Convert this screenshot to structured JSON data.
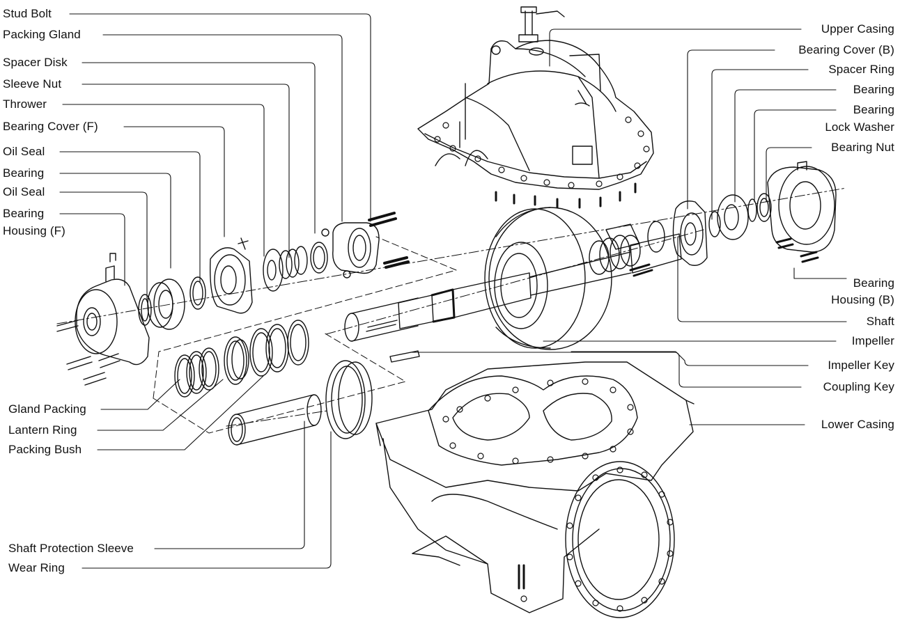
{
  "labels_left": [
    "Stud Bolt",
    "Packing Gland",
    "Spacer Disk",
    "Sleeve Nut",
    "Thrower",
    "Bearing Cover (F)",
    "Oil Seal",
    "Bearing",
    "Oil Seal",
    "Bearing",
    "Housing (F)",
    "Gland Packing",
    "Lantern Ring",
    "Packing Bush",
    "Shaft Protection Sleeve",
    "Wear Ring"
  ],
  "labels_right": [
    "Upper Casing",
    "Bearing Cover (B)",
    "Spacer Ring",
    "Bearing",
    "Bearing",
    "Lock Washer",
    "Bearing Nut",
    "Bearing",
    "Housing (B)",
    "Shaft",
    "Impeller",
    "Impeller Key",
    "Coupling Key",
    "Lower Casing"
  ],
  "colors": {
    "ink": "#111111",
    "paper": "#ffffff"
  }
}
